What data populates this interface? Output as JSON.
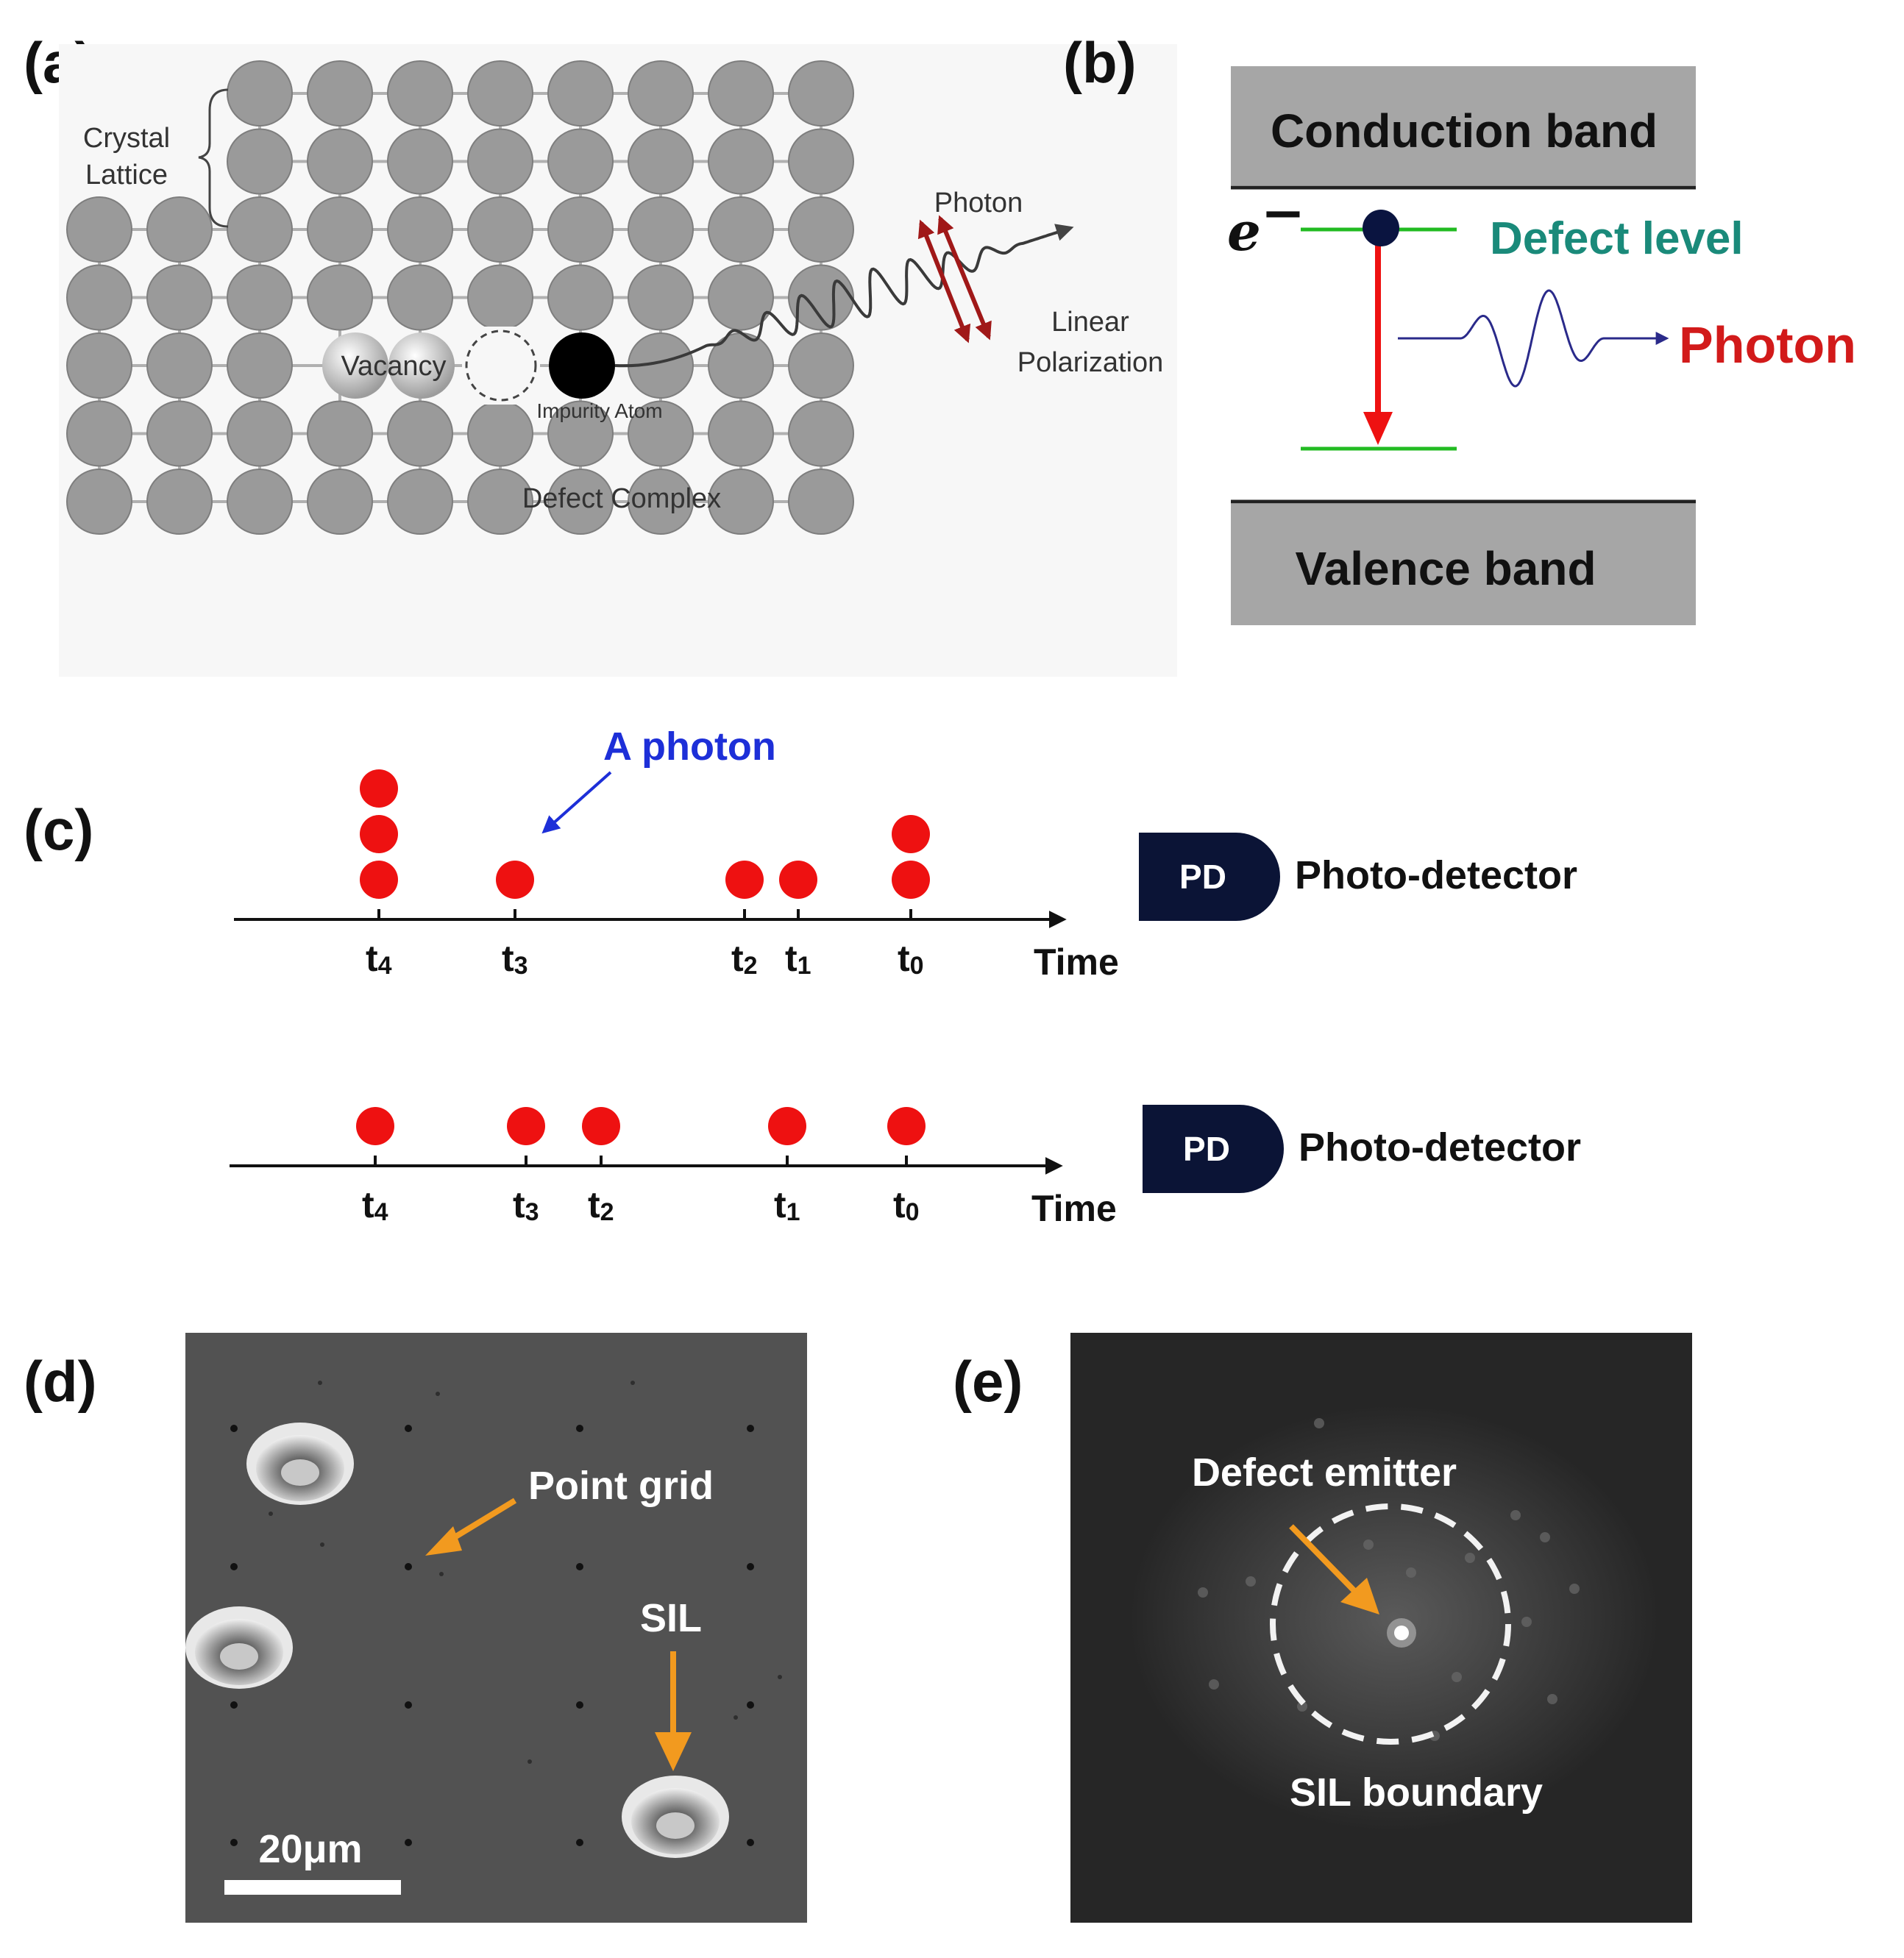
{
  "panel_labels": {
    "a": "(a)",
    "b": "(b)",
    "c": "(c)",
    "d": "(d)",
    "e": "(e)"
  },
  "panel_a": {
    "crystal_lattice": [
      "Crystal",
      "Lattice"
    ],
    "photon": "Photon",
    "linear_polarization": [
      "Linear",
      "Polarization"
    ],
    "vacancy": "Vacancy",
    "impurity_atom": "Impurity Atom",
    "defect_complex": "Defect Complex",
    "colors": {
      "atom": "#9a9a9a",
      "bond": "#b0b0b0",
      "impurity": "#000000",
      "polarization": "#a01818"
    }
  },
  "panel_b": {
    "conduction_band": "Conduction band",
    "valence_band": "Valence band",
    "electron": "e",
    "electron_sup": "−",
    "defect_level": "Defect level",
    "photon": "Photon",
    "colors": {
      "band_fill": "#a6a6a6",
      "level": "#22bb22",
      "transition": "#ee1111",
      "wave": "#2a2a8a",
      "defect_text": "#1a8a7a",
      "photon_text": "#d21a1a"
    }
  },
  "panel_c": {
    "annotation": "A photon",
    "time_label": "Time",
    "pd_label": "PD",
    "detector_label": "Photo-detector",
    "rows": [
      {
        "ticks": [
          {
            "t": "t",
            "sub": "4",
            "photons": 3
          },
          {
            "t": "t",
            "sub": "3",
            "photons": 1
          },
          {
            "t": "t",
            "sub": "2",
            "photons": 1
          },
          {
            "t": "t",
            "sub": "1",
            "photons": 1
          },
          {
            "t": "t",
            "sub": "0",
            "photons": 2
          }
        ]
      },
      {
        "ticks": [
          {
            "t": "t",
            "sub": "4",
            "photons": 1
          },
          {
            "t": "t",
            "sub": "3",
            "photons": 1
          },
          {
            "t": "t",
            "sub": "2",
            "photons": 1
          },
          {
            "t": "t",
            "sub": "1",
            "photons": 1
          },
          {
            "t": "t",
            "sub": "0",
            "photons": 1
          }
        ]
      }
    ],
    "colors": {
      "photon": "#ee1111",
      "detector": "#0b1436",
      "annotation": "#1d2fd8"
    }
  },
  "panel_d": {
    "point_grid": "Point grid",
    "sil": "SIL",
    "scale_bar": "20μm",
    "colors": {
      "background": "#525252",
      "arrow": "#f29a1f"
    }
  },
  "panel_e": {
    "defect_emitter": "Defect emitter",
    "sil_boundary": "SIL boundary",
    "colors": {
      "background": "#262626",
      "arrow": "#f29a1f"
    }
  }
}
